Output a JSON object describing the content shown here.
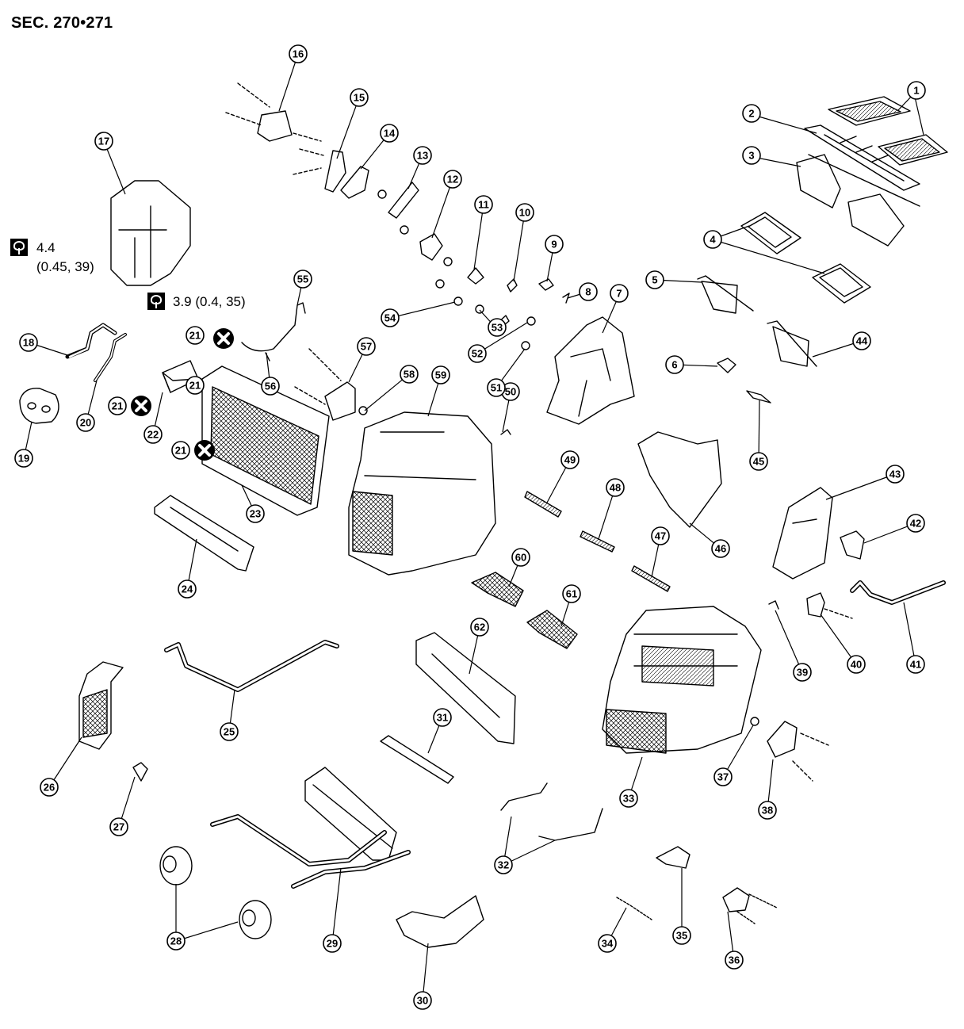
{
  "header": {
    "section": "SEC. 270•271"
  },
  "torque_specs": [
    {
      "id": "t1",
      "value": "4.4",
      "detail": "(0.45, 39)"
    },
    {
      "id": "t2",
      "value": "3.9 (0.4, 35)"
    }
  ],
  "callouts": [
    "1",
    "2",
    "3",
    "4",
    "5",
    "6",
    "7",
    "8",
    "9",
    "10",
    "11",
    "12",
    "13",
    "14",
    "15",
    "16",
    "17",
    "18",
    "19",
    "20",
    "21",
    "21",
    "21",
    "21",
    "22",
    "23",
    "24",
    "25",
    "26",
    "27",
    "28",
    "29",
    "30",
    "31",
    "32",
    "33",
    "34",
    "35",
    "36",
    "37",
    "38",
    "39",
    "40",
    "41",
    "42",
    "43",
    "44",
    "45",
    "46",
    "47",
    "48",
    "49",
    "50",
    "51",
    "52",
    "53",
    "54",
    "55",
    "56",
    "57",
    "58",
    "59",
    "60",
    "61",
    "62"
  ],
  "no_reuse_icon": "circle-x-icon",
  "colors": {
    "ink": "#000000",
    "paper": "#ffffff"
  }
}
